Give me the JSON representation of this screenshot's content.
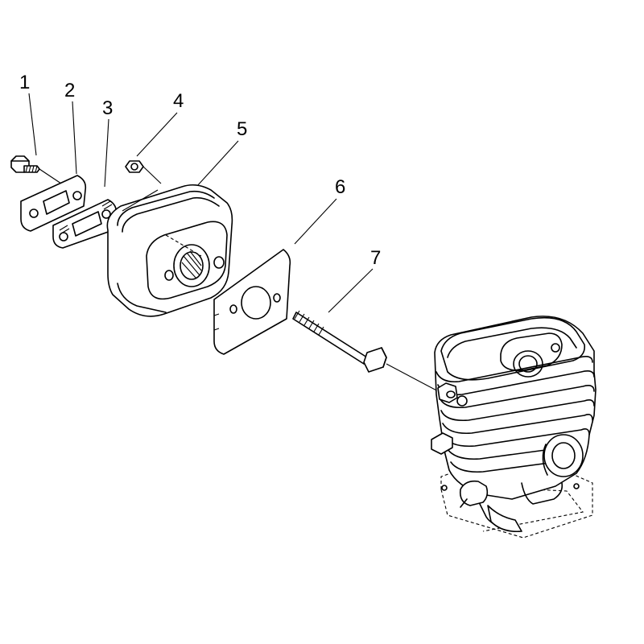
{
  "colors": {
    "line": "#000000",
    "background": "#ffffff"
  },
  "callouts": [
    {
      "id": "1",
      "label": "1"
    },
    {
      "id": "2",
      "label": "2"
    },
    {
      "id": "3",
      "label": "3"
    },
    {
      "id": "4",
      "label": "4"
    },
    {
      "id": "5",
      "label": "5"
    },
    {
      "id": "6",
      "label": "6"
    },
    {
      "id": "7",
      "label": "7"
    }
  ]
}
